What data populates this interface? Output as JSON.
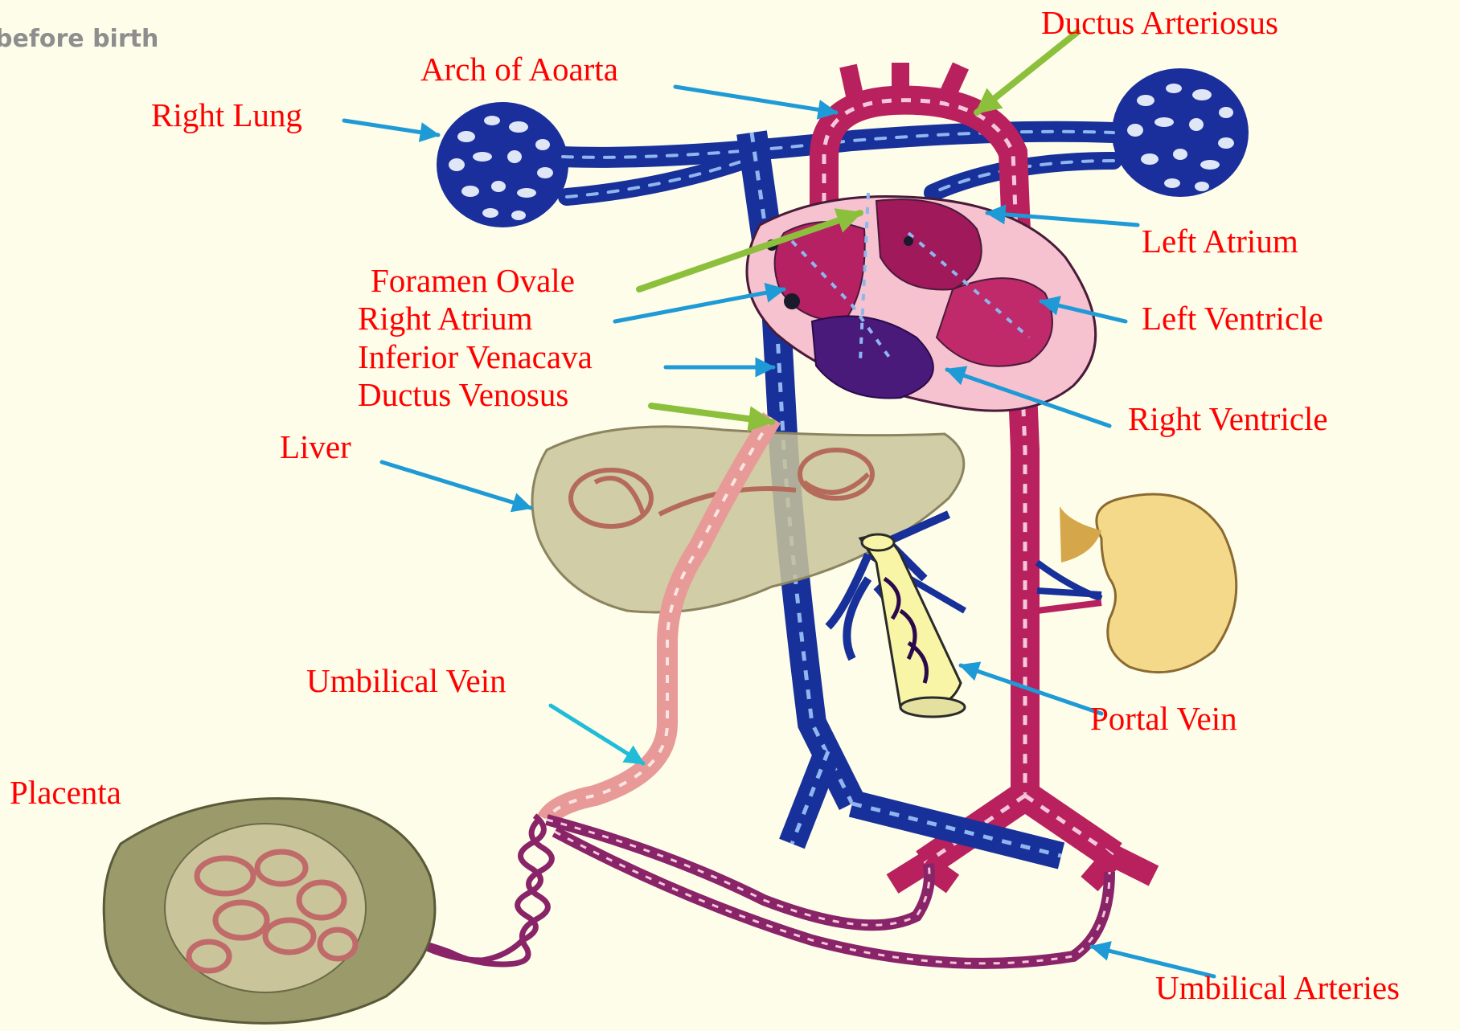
{
  "corner_text": "before birth",
  "labels": {
    "ductus_arteriosus": "Ductus Arteriosus",
    "arch_of_aorta": "Arch of Aoarta",
    "right_lung": "Right Lung",
    "left_atrium": "Left Atrium",
    "foramen_ovale": "Foramen Ovale",
    "right_atrium": "Right Atrium",
    "left_ventricle": "Left Ventricle",
    "inferior_venacava": "Inferior Venacava",
    "ductus_venosus": "Ductus  Venosus",
    "right_ventricle": "Right Ventricle",
    "liver": "Liver",
    "umbilical_vein": "Umbilical  Vein",
    "portal_vein": "Portal Vein",
    "placenta": "Placenta",
    "umbilical_arteries": "Umbilical Arteries"
  },
  "colors": {
    "background": "#fdfde9",
    "label_text": "#ff0000",
    "pointer_blue": "#1e9ad6",
    "pointer_green": "#8cbf3c",
    "artery": "#b8215e",
    "vein": "#17309a",
    "mixed_vessel": "#e79a97",
    "liver": "#c9c49a",
    "kidney": "#f4d98a",
    "placenta": "#9a9a6a"
  }
}
